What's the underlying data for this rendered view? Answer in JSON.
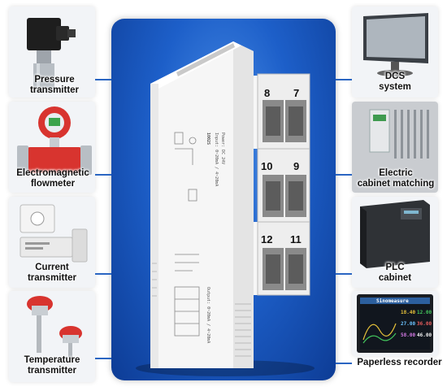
{
  "left_devices": [
    {
      "id": "pressure",
      "lines": [
        "Pressure",
        "transmitter"
      ],
      "icon": "pressure-transmitter-icon"
    },
    {
      "id": "electromagnetic",
      "lines": [
        "Electromagnetic",
        "flowmeter"
      ],
      "icon": "flowmeter-icon"
    },
    {
      "id": "current",
      "lines": [
        "Current",
        "transmitter"
      ],
      "icon": "current-transmitter-icon"
    },
    {
      "id": "temperature",
      "lines": [
        "Temperature",
        "transmitter"
      ],
      "icon": "temperature-transmitter-icon"
    }
  ],
  "right_devices": [
    {
      "id": "dcs",
      "lines": [
        "DCS",
        "system"
      ],
      "icon": "dcs-monitor-icon"
    },
    {
      "id": "cabinet",
      "lines": [
        "Electric",
        "cabinet matching"
      ],
      "icon": "electric-cabinet-icon"
    },
    {
      "id": "plc",
      "lines": [
        "PLC",
        "cabinet"
      ],
      "icon": "plc-cabinet-icon"
    },
    {
      "id": "paperless",
      "lines": [
        "Paperless recorder"
      ],
      "icon": "paperless-recorder-icon"
    }
  ],
  "isolator": {
    "terminals": {
      "t1": "8",
      "t2": "7",
      "t3": "10",
      "t4": "9",
      "t5": "12",
      "t6": "11"
    },
    "model": "1002S",
    "spec_lines": [
      "Input: 0~20mA / 4~20mA",
      "Power: DC 24V",
      "Output: 0~20mA / 4~20mA"
    ],
    "recorder_brand": "Sinomeasure",
    "recorder_values": [
      "18.40",
      "12.00",
      "27.00",
      "36.00",
      "58.00",
      "46.00"
    ]
  },
  "colors": {
    "accent": "#2a65c2",
    "panel": "#1d5fc9"
  }
}
